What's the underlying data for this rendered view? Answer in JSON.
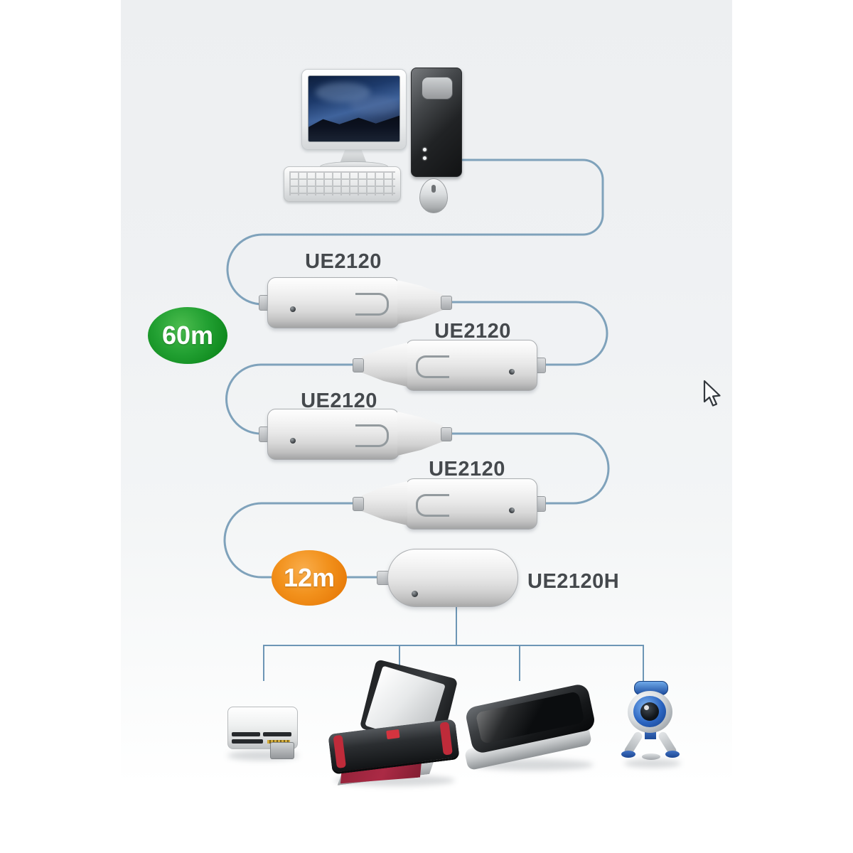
{
  "diagram": {
    "title_visible_text": [],
    "computer": {
      "name": "desktop-computer"
    },
    "extenders": [
      {
        "label": "UE2120"
      },
      {
        "label": "UE2120"
      },
      {
        "label": "UE2120"
      },
      {
        "label": "UE2120"
      }
    ],
    "hub": {
      "label": "UE2120H"
    },
    "badges": {
      "total_distance": {
        "label": "60m",
        "color": "#12901f"
      },
      "segment_distance": {
        "label": "12m",
        "color": "#ec830d"
      }
    },
    "devices": [
      {
        "name": "card-reader"
      },
      {
        "name": "printer"
      },
      {
        "name": "scanner"
      },
      {
        "name": "webcam"
      }
    ],
    "colors": {
      "cable": "#7fa2bb",
      "branch_lines": "#6d96b5",
      "label_text": "#45494d",
      "panel_background": "#eff1f3"
    }
  }
}
